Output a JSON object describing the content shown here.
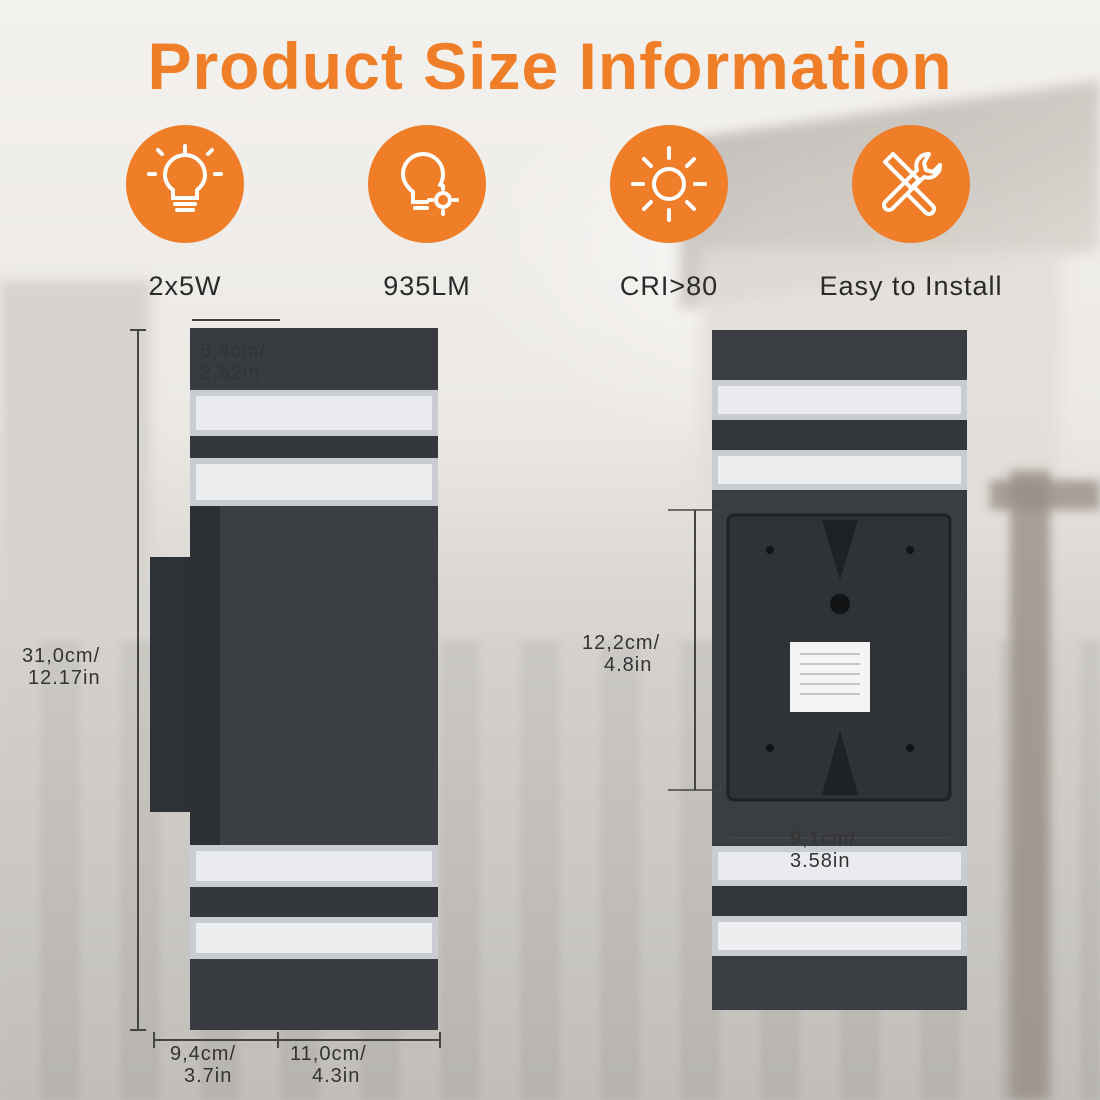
{
  "title": "Product Size Information",
  "features": [
    {
      "icon": "bulb-icon",
      "label": "2x5W"
    },
    {
      "icon": "bulb-sun-icon",
      "label": "935LM"
    },
    {
      "icon": "sun-icon",
      "label": "CRI>80"
    },
    {
      "icon": "tools-icon",
      "label": "Easy to Install"
    }
  ],
  "dimensions": {
    "top_width": {
      "line1": "6,4cm/",
      "line2": "2,52in"
    },
    "height": {
      "line1": "31,0cm/",
      "line2": "12.17in"
    },
    "depth": {
      "line1": "9,4cm/",
      "line2": "3.7in"
    },
    "width": {
      "line1": "11,0cm/",
      "line2": "4.3in"
    },
    "plate_height": {
      "line1": "12,2cm/",
      "line2": "4.8in"
    },
    "plate_width": {
      "line1": "9,1cm/",
      "line2": "3.58in"
    }
  },
  "colors": {
    "accent": "#f07e28",
    "lamp_body": "#3b3f44"
  }
}
